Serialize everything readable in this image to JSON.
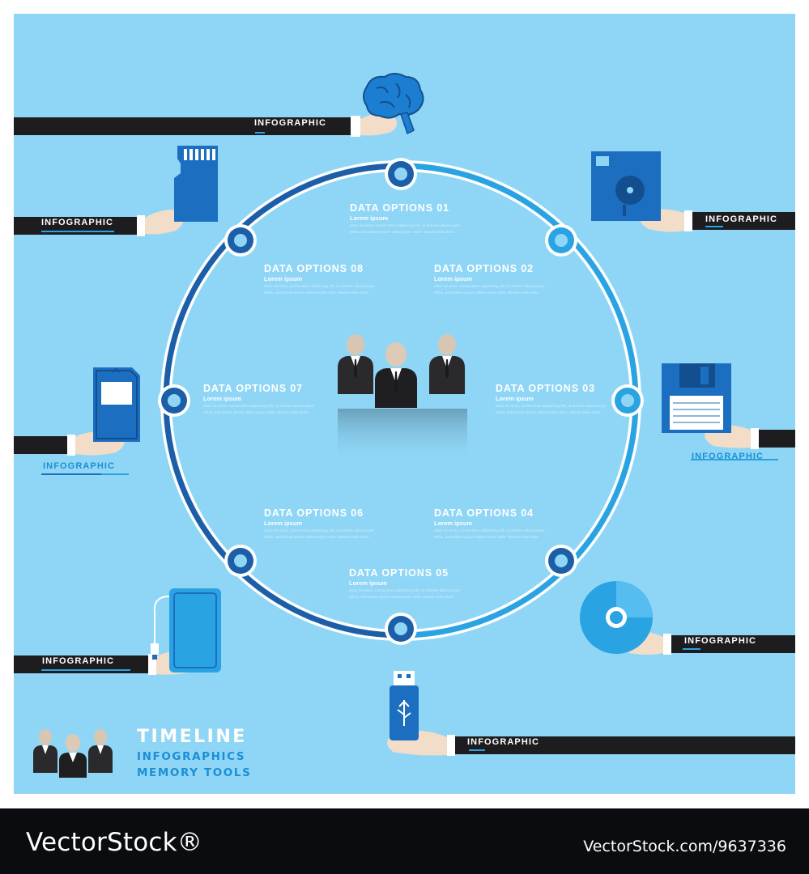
{
  "options": [
    {
      "title": "DATA OPTIONS 01",
      "subtitle": "Lorem ipsum"
    },
    {
      "title": "DATA OPTIONS 02",
      "subtitle": "Lorem ipsum"
    },
    {
      "title": "DATA OPTIONS 03",
      "subtitle": "Lorem ipsum"
    },
    {
      "title": "DATA OPTIONS 04",
      "subtitle": "Lorem ipsum"
    },
    {
      "title": "DATA OPTIONS 05",
      "subtitle": "Lorem ipsum"
    },
    {
      "title": "DATA OPTIONS 06",
      "subtitle": "Lorem ipsum"
    },
    {
      "title": "DATA OPTIONS 07",
      "subtitle": "Lorem ipsum"
    },
    {
      "title": "DATA OPTIONS 08",
      "subtitle": "Lorem ipsum"
    }
  ],
  "option_body": "dolor sit amet, consectetur adipiscing elit, ut dolores ullamcorper tellus, sed dolore ipsum ullamcorper dolor. Mauris vitae dolor.",
  "arm_label": "INFOGRAPHIC",
  "legend": {
    "title": "TIMELINE",
    "line1": "INFOGRAPHICS",
    "line2": "MEMORY TOOLS"
  },
  "footer": {
    "brand": "VectorStock®",
    "id": "VectorStock.com/9637336"
  },
  "colors": {
    "background": "#8fd6f6",
    "ring_dark": "#1c5fa8",
    "ring_light": "#2aa3e3",
    "arm": "#1d1d1f",
    "accent_text": "#1a8fd6"
  },
  "icons": [
    "brain-icon",
    "floppy-disk-icon",
    "floppy-disk-icon",
    "cd-disc-icon",
    "usb-drive-icon",
    "external-hard-drive-icon",
    "sd-card-icon",
    "micro-sd-card-icon",
    "business-team-icon"
  ]
}
